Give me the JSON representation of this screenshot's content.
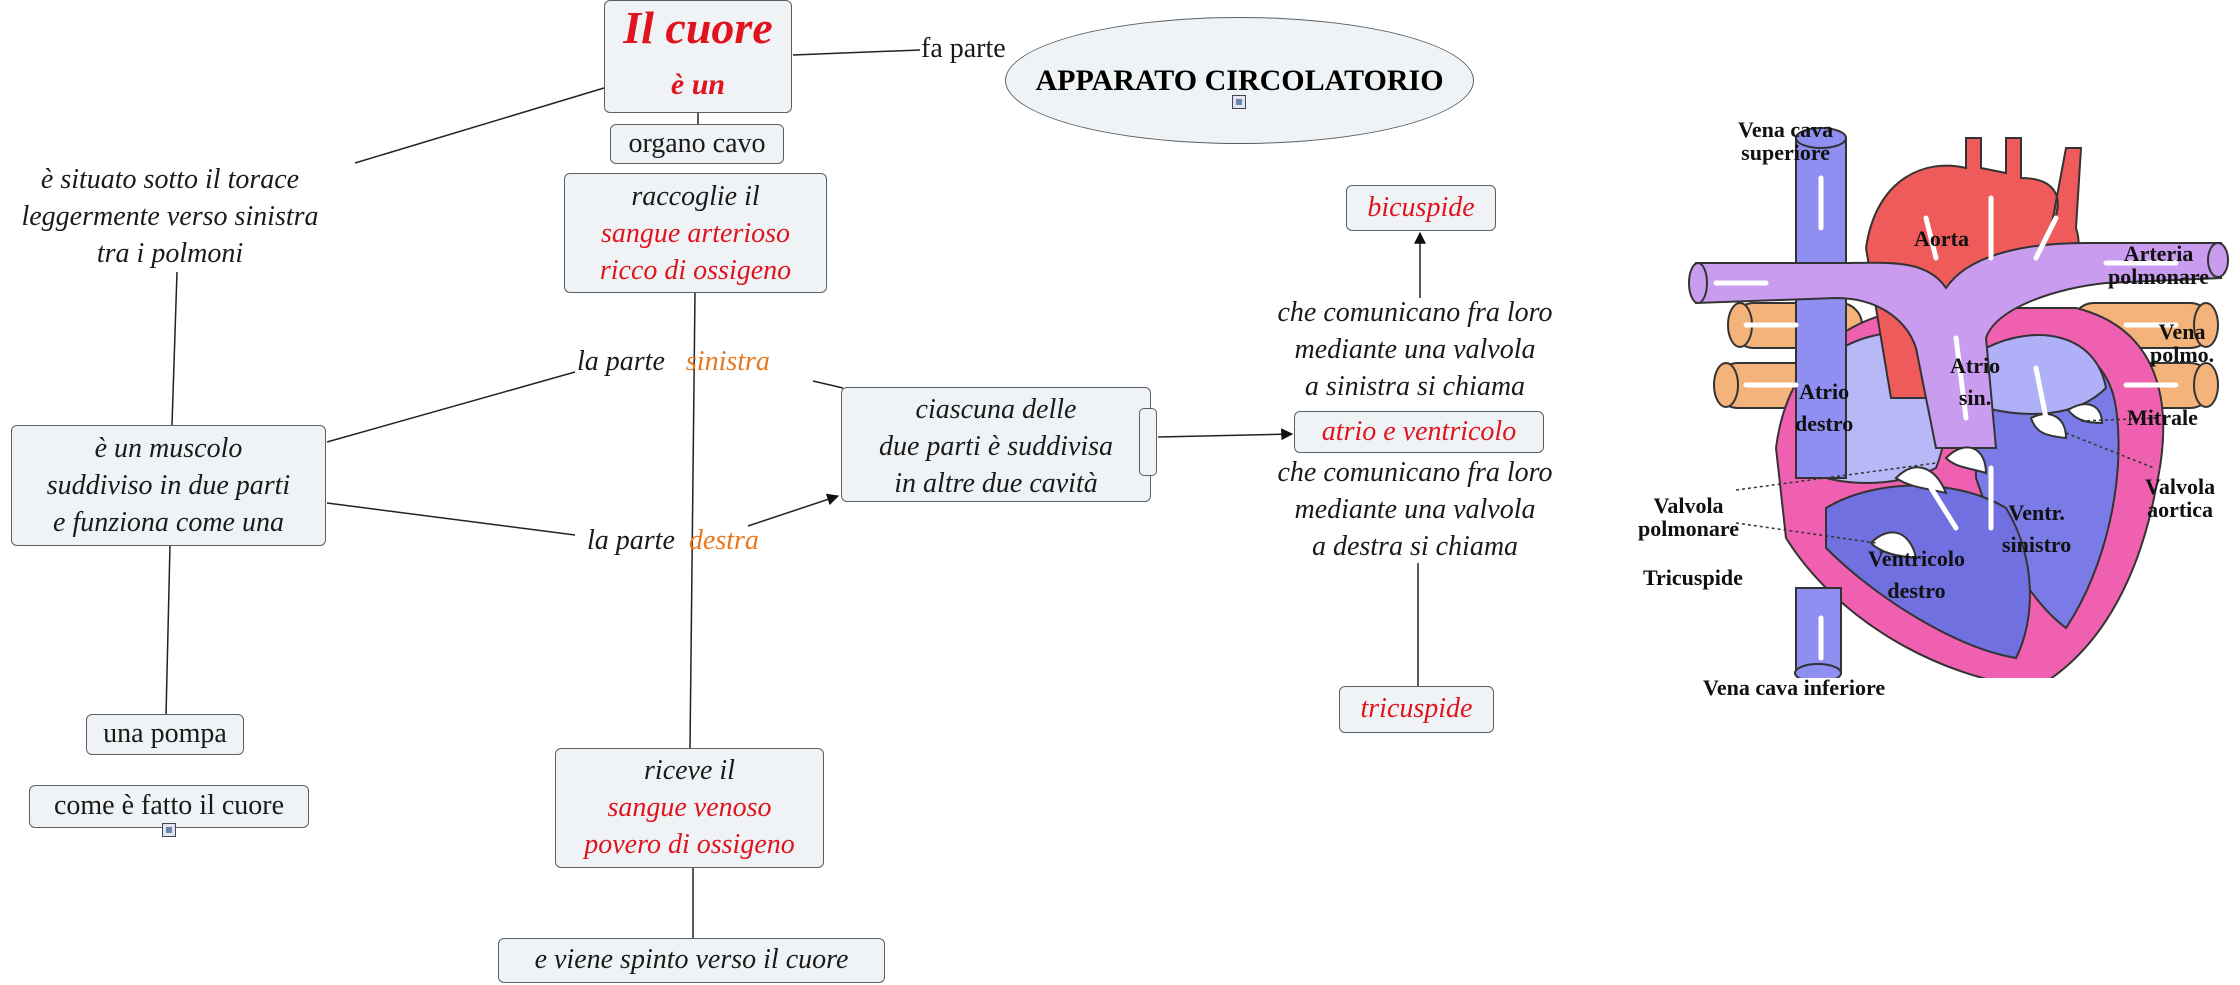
{
  "concepts": {
    "title_line1": "Il cuore",
    "title_line2": "è  un",
    "fa_parte": "fa parte",
    "apparato": "APPARATO CIRCOLATORIO",
    "organo_cavo": "organo cavo",
    "raccoglie_1": "raccoglie il",
    "raccoglie_2": "sangue   arterioso",
    "raccoglie_3": "ricco di ossigeno",
    "situato_1": "è situato sotto il torace",
    "situato_2": "leggermente verso sinistra",
    "situato_3": "tra i polmoni",
    "parte_sinistra_a": "la parte",
    "parte_sinistra_b": "sinistra",
    "parte_destra_a": "la parte",
    "parte_destra_b": "destra",
    "muscolo_1": "è un muscolo",
    "muscolo_2": "suddiviso in due parti",
    "muscolo_3": "e funziona come una",
    "ciascuna_1": "ciascuna delle",
    "ciascuna_2": "due parti è  suddivisa",
    "ciascuna_3": "in altre due cavità",
    "bicuspide": "bicuspide",
    "comunicano_sx_1": "che comunicano fra loro",
    "comunicano_sx_2": "mediante una valvola",
    "comunicano_sx_3": "a  sinistra si chiama",
    "atrio_ventricolo": "atrio e ventricolo",
    "comunicano_dx_1": "che comunicano fra loro",
    "comunicano_dx_2": "mediante una valvola",
    "comunicano_dx_3": "a  destra si chiama",
    "tricuspide": "tricuspide",
    "una_pompa": "una pompa",
    "come_fatto": "come è fatto il cuore",
    "riceve_1": "riceve il",
    "riceve_2": "sangue  venoso",
    "riceve_3": "povero di ossigeno",
    "spinto": "e viene spinto verso il cuore"
  },
  "heart_labels": {
    "vena_cava_sup_1": "Vena cava",
    "vena_cava_sup_2": "superiore",
    "aorta": "Aorta",
    "arteria_polm_1": "Arteria",
    "arteria_polm_2": "polmonare",
    "vena_polm_1": "Vena",
    "vena_polm_2": "polmo.",
    "atrio_destro_1": "Atrio",
    "atrio_destro_2": "destro",
    "atrio_sin_1": "Atrio",
    "atrio_sin_2": "sin.",
    "mitrale": "Mitrale",
    "valvola_aortica_1": "Valvola",
    "valvola_aortica_2": "aortica",
    "valvola_polm_1": "Valvola",
    "valvola_polm_2": "polmonare",
    "ventr_sin_1": "Ventr.",
    "ventr_sin_2": "sinistro",
    "ventricolo_destro_1": "Ventricolo",
    "ventricolo_destro_2": "destro",
    "tricuspide": "Tricuspide",
    "vena_cava_inf": "Vena cava inferiore"
  },
  "colors": {
    "box_fill": "#eff3f5",
    "box_border": "#5a6066",
    "red_text": "#e0141e",
    "orange_text": "#e8771c",
    "aorta_red": "#ef5b5b",
    "vein_blue": "#8f8ff2",
    "pulmonary_violet": "#c99cf0",
    "pulmonary_vein_tan": "#f4b37a",
    "myocardium_pink": "#f060b0"
  }
}
